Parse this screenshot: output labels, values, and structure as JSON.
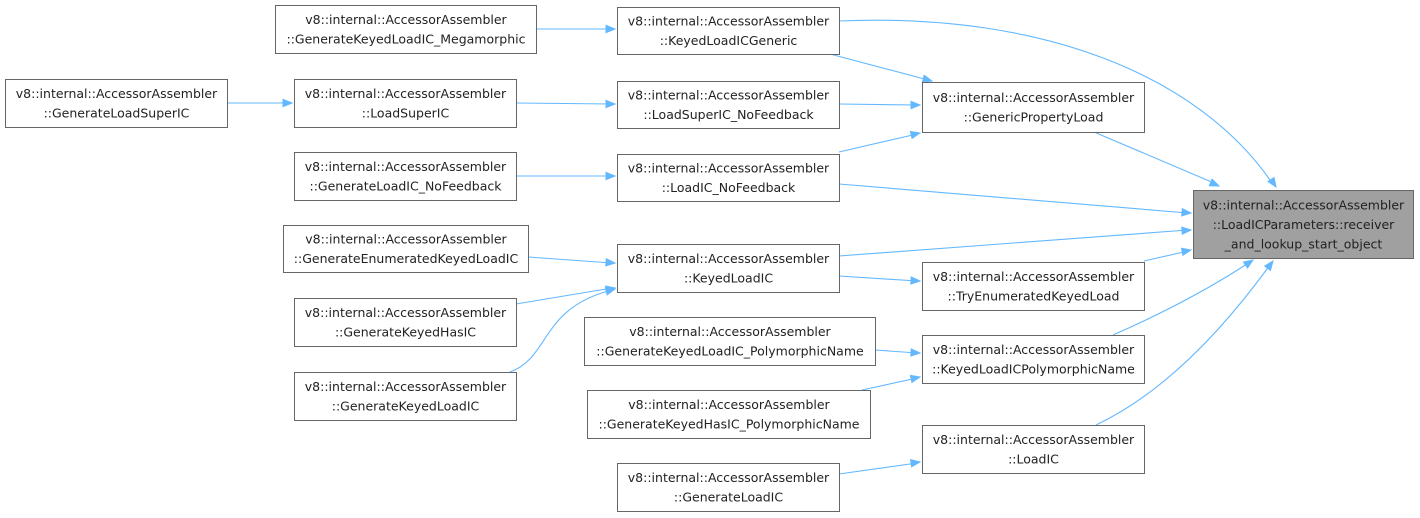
{
  "nodes": [
    {
      "id": "target",
      "lines": [
        "v8::internal::AccessorAssembler",
        "::LoadICParameters::receiver",
        "_and_lookup_start_object"
      ]
    },
    {
      "id": "gpl",
      "lines": [
        "v8::internal::AccessorAssembler",
        "::GenericPropertyLoad"
      ]
    },
    {
      "id": "klicg",
      "lines": [
        "v8::internal::AccessorAssembler",
        "::KeyedLoadICGeneric"
      ]
    },
    {
      "id": "lsnf",
      "lines": [
        "v8::internal::AccessorAssembler",
        "::LoadSuperIC_NoFeedback"
      ]
    },
    {
      "id": "linf",
      "lines": [
        "v8::internal::AccessorAssembler",
        "::LoadIC_NoFeedback"
      ]
    },
    {
      "id": "klic",
      "lines": [
        "v8::internal::AccessorAssembler",
        "::KeyedLoadIC"
      ]
    },
    {
      "id": "tekl",
      "lines": [
        "v8::internal::AccessorAssembler",
        "::TryEnumeratedKeyedLoad"
      ]
    },
    {
      "id": "klicpn",
      "lines": [
        "v8::internal::AccessorAssembler",
        "::KeyedLoadICPolymorphicName"
      ]
    },
    {
      "id": "loadic",
      "lines": [
        "v8::internal::AccessorAssembler",
        "::LoadIC"
      ]
    },
    {
      "id": "gklicm",
      "lines": [
        "v8::internal::AccessorAssembler",
        "::GenerateKeyedLoadIC_Megamorphic"
      ]
    },
    {
      "id": "lsic",
      "lines": [
        "v8::internal::AccessorAssembler",
        "::LoadSuperIC"
      ]
    },
    {
      "id": "glsic",
      "lines": [
        "v8::internal::AccessorAssembler",
        "::GenerateLoadSuperIC"
      ]
    },
    {
      "id": "glicnf",
      "lines": [
        "v8::internal::AccessorAssembler",
        "::GenerateLoadIC_NoFeedback"
      ]
    },
    {
      "id": "geklic",
      "lines": [
        "v8::internal::AccessorAssembler",
        "::GenerateEnumeratedKeyedLoadIC"
      ]
    },
    {
      "id": "gkhic",
      "lines": [
        "v8::internal::AccessorAssembler",
        "::GenerateKeyedHasIC"
      ]
    },
    {
      "id": "gklic",
      "lines": [
        "v8::internal::AccessorAssembler",
        "::GenerateKeyedLoadIC"
      ]
    },
    {
      "id": "gklicpn",
      "lines": [
        "v8::internal::AccessorAssembler",
        "::GenerateKeyedLoadIC_PolymorphicName"
      ]
    },
    {
      "id": "gkhicpn",
      "lines": [
        "v8::internal::AccessorAssembler",
        "::GenerateKeyedHasIC_PolymorphicName"
      ]
    },
    {
      "id": "glic",
      "lines": [
        "v8::internal::AccessorAssembler",
        "::GenerateLoadIC"
      ]
    }
  ],
  "edges": [
    {
      "from": "klicg",
      "to": "target"
    },
    {
      "from": "klicg",
      "to": "gpl"
    },
    {
      "from": "gpl",
      "to": "target"
    },
    {
      "from": "lsnf",
      "to": "gpl"
    },
    {
      "from": "linf",
      "to": "gpl"
    },
    {
      "from": "linf",
      "to": "target"
    },
    {
      "from": "klic",
      "to": "target"
    },
    {
      "from": "klic",
      "to": "tekl"
    },
    {
      "from": "tekl",
      "to": "target"
    },
    {
      "from": "klicpn",
      "to": "target"
    },
    {
      "from": "loadic",
      "to": "target"
    },
    {
      "from": "gklicm",
      "to": "klicg"
    },
    {
      "from": "lsic",
      "to": "lsnf"
    },
    {
      "from": "glsic",
      "to": "lsic"
    },
    {
      "from": "glicnf",
      "to": "linf"
    },
    {
      "from": "geklic",
      "to": "klic"
    },
    {
      "from": "gkhic",
      "to": "klic"
    },
    {
      "from": "gklic",
      "to": "klic"
    },
    {
      "from": "gklicpn",
      "to": "klicpn"
    },
    {
      "from": "gkhicpn",
      "to": "klicpn"
    },
    {
      "from": "glic",
      "to": "loadic"
    }
  ],
  "colors": {
    "edge": "#63b8ff",
    "target_fill": "#a0a0a0",
    "node_border": "#666666"
  }
}
